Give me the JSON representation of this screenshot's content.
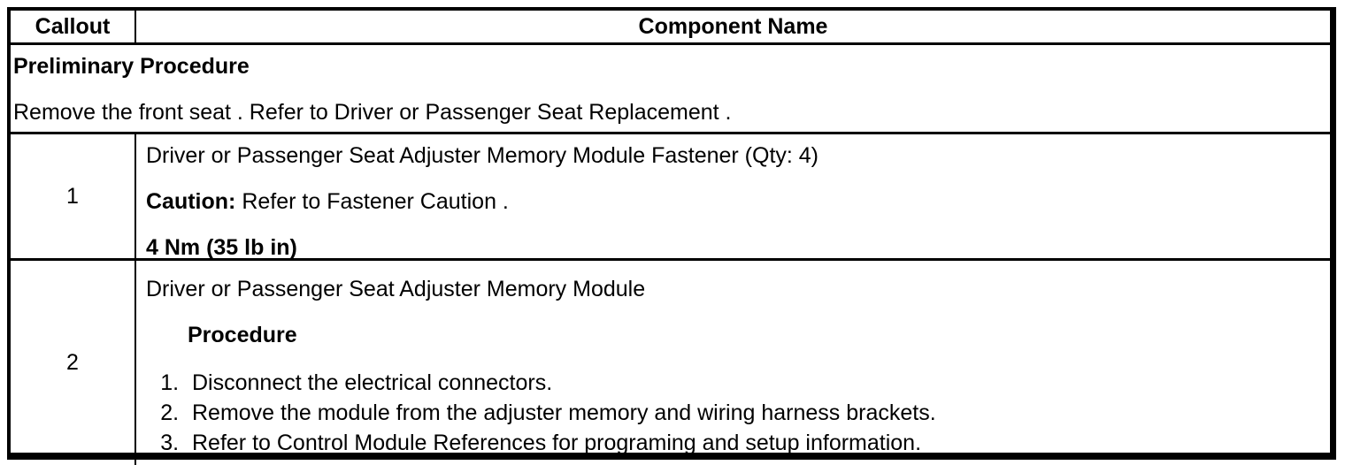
{
  "table": {
    "header": {
      "callout": "Callout",
      "component_name": "Component Name"
    },
    "preliminary": {
      "title": "Preliminary Procedure",
      "instruction": "Remove the front seat . Refer to Driver or Passenger Seat Replacement ."
    },
    "rows": [
      {
        "callout": "1",
        "component": "Driver or Passenger Seat Adjuster Memory Module Fastener (Qty: 4)",
        "caution_label": "Caution:",
        "caution_text": "Refer to Fastener Caution .",
        "torque": "4 Nm (35 lb in)"
      },
      {
        "callout": "2",
        "component": "Driver or Passenger Seat Adjuster Memory Module",
        "procedure_label": "Procedure",
        "steps": [
          "Disconnect the electrical connectors.",
          "Remove the module from the adjuster memory and wiring harness brackets.",
          "Refer to Control Module References for programing and setup information."
        ]
      }
    ]
  },
  "colors": {
    "border": "#000000",
    "text": "#000000",
    "background": "#ffffff"
  }
}
